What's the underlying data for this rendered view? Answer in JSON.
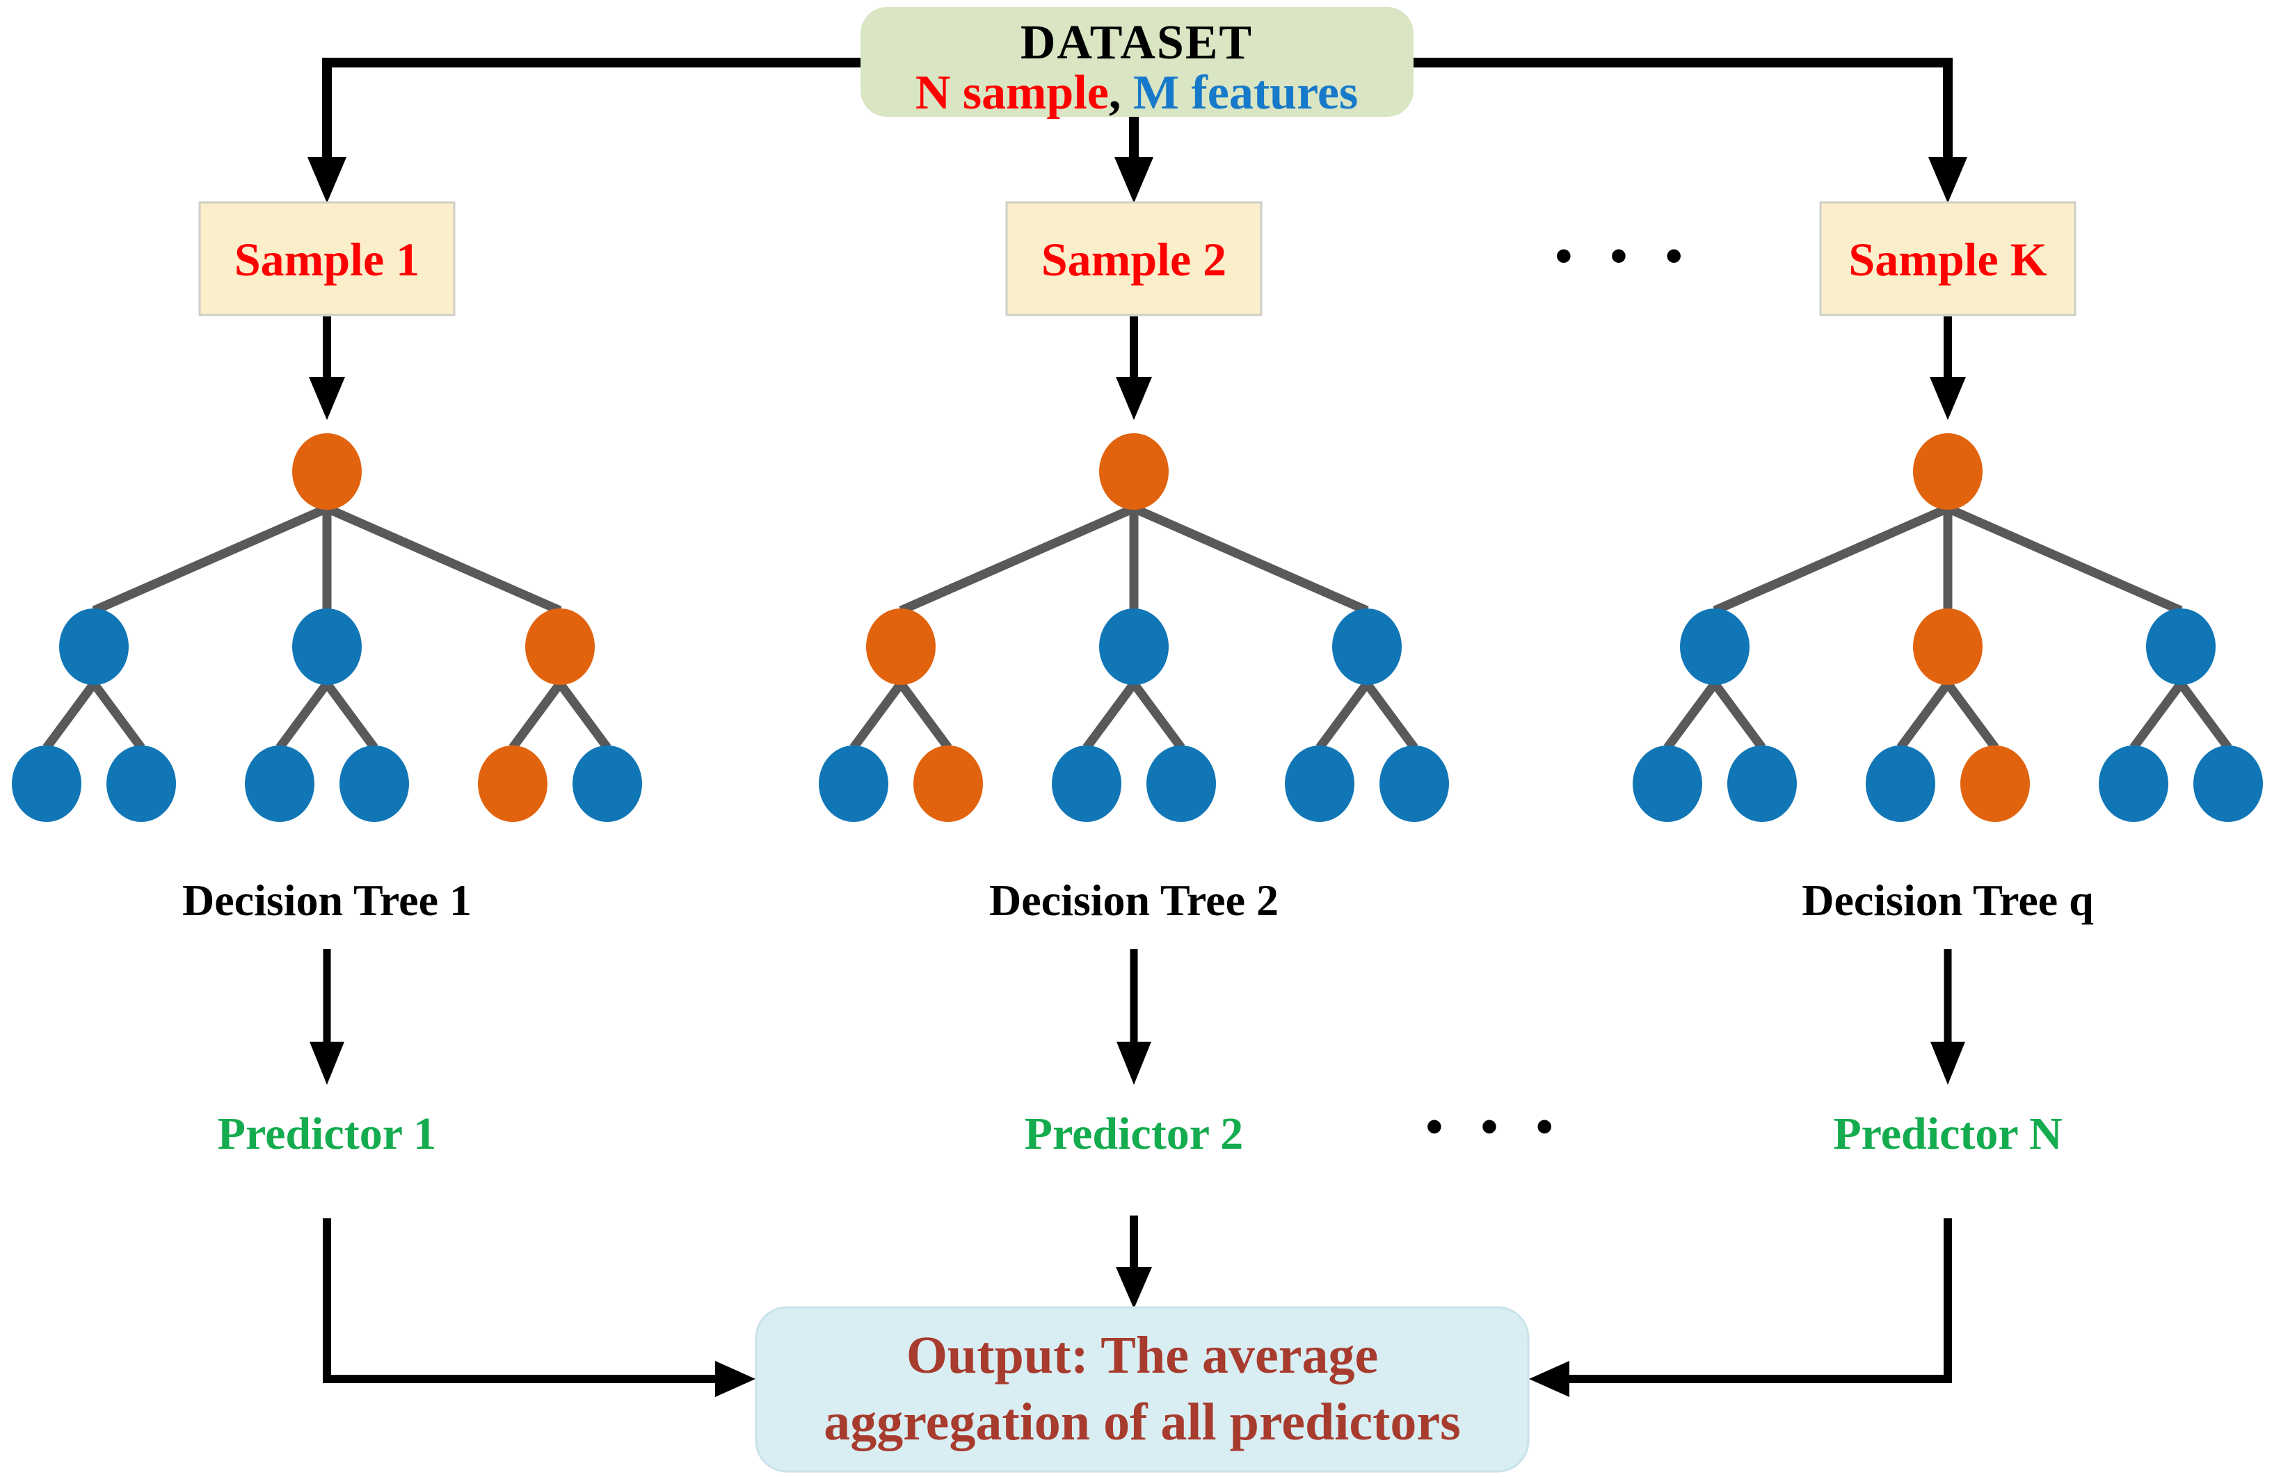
{
  "diagram": {
    "dataset_box": {
      "title": "DATASET",
      "subtitle_parts": [
        {
          "text": "N sample",
          "color": "#FF0000"
        },
        {
          "text": ", ",
          "color": "#000000"
        },
        {
          "text": "M features",
          "color": "#1779C9"
        }
      ],
      "bg": "#D9E5C3"
    },
    "columns": [
      {
        "sample_label": "Sample 1",
        "tree_label": "Decision Tree 1",
        "predictor_label": "Predictor 1",
        "tree": {
          "root": "orange",
          "level2": [
            "blue",
            "blue",
            "orange"
          ],
          "level3": [
            [
              "blue",
              "blue"
            ],
            [
              "blue",
              "blue"
            ],
            [
              "orange",
              "blue"
            ]
          ]
        }
      },
      {
        "sample_label": "Sample 2",
        "tree_label": "Decision Tree 2",
        "predictor_label": "Predictor 2",
        "tree": {
          "root": "orange",
          "level2": [
            "orange",
            "blue",
            "blue"
          ],
          "level3": [
            [
              "blue",
              "orange"
            ],
            [
              "blue",
              "blue"
            ],
            [
              "blue",
              "blue"
            ]
          ]
        }
      },
      {
        "sample_label": "Sample K",
        "tree_label": "Decision Tree q",
        "predictor_label": "Predictor N",
        "tree": {
          "root": "orange",
          "level2": [
            "blue",
            "orange",
            "blue"
          ],
          "level3": [
            [
              "blue",
              "blue"
            ],
            [
              "blue",
              "orange"
            ],
            [
              "blue",
              "blue"
            ]
          ]
        }
      }
    ],
    "samples_ellipsis": "• • •",
    "predictors_ellipsis": "• • •",
    "output_box": {
      "line1": "Output: The average",
      "line2": "aggregation of all predictors",
      "bg": "#D9EEF3",
      "text_color": "#A73B2E"
    },
    "colors": {
      "node_orange": "#E2630E",
      "node_blue": "#1176B6",
      "edge_gray": "#595959",
      "sample_box_bg": "#FBEECB",
      "sample_box_border": "#CFCFC7",
      "red_text": "#FF0000",
      "blue_text": "#1779C9",
      "green_text": "#14AC4E",
      "black": "#000000",
      "dataset_bg": "#D9E5C3",
      "output_bg": "#D9EEF3",
      "output_border": "#C9E2EA",
      "output_text": "#A73B2E"
    }
  }
}
